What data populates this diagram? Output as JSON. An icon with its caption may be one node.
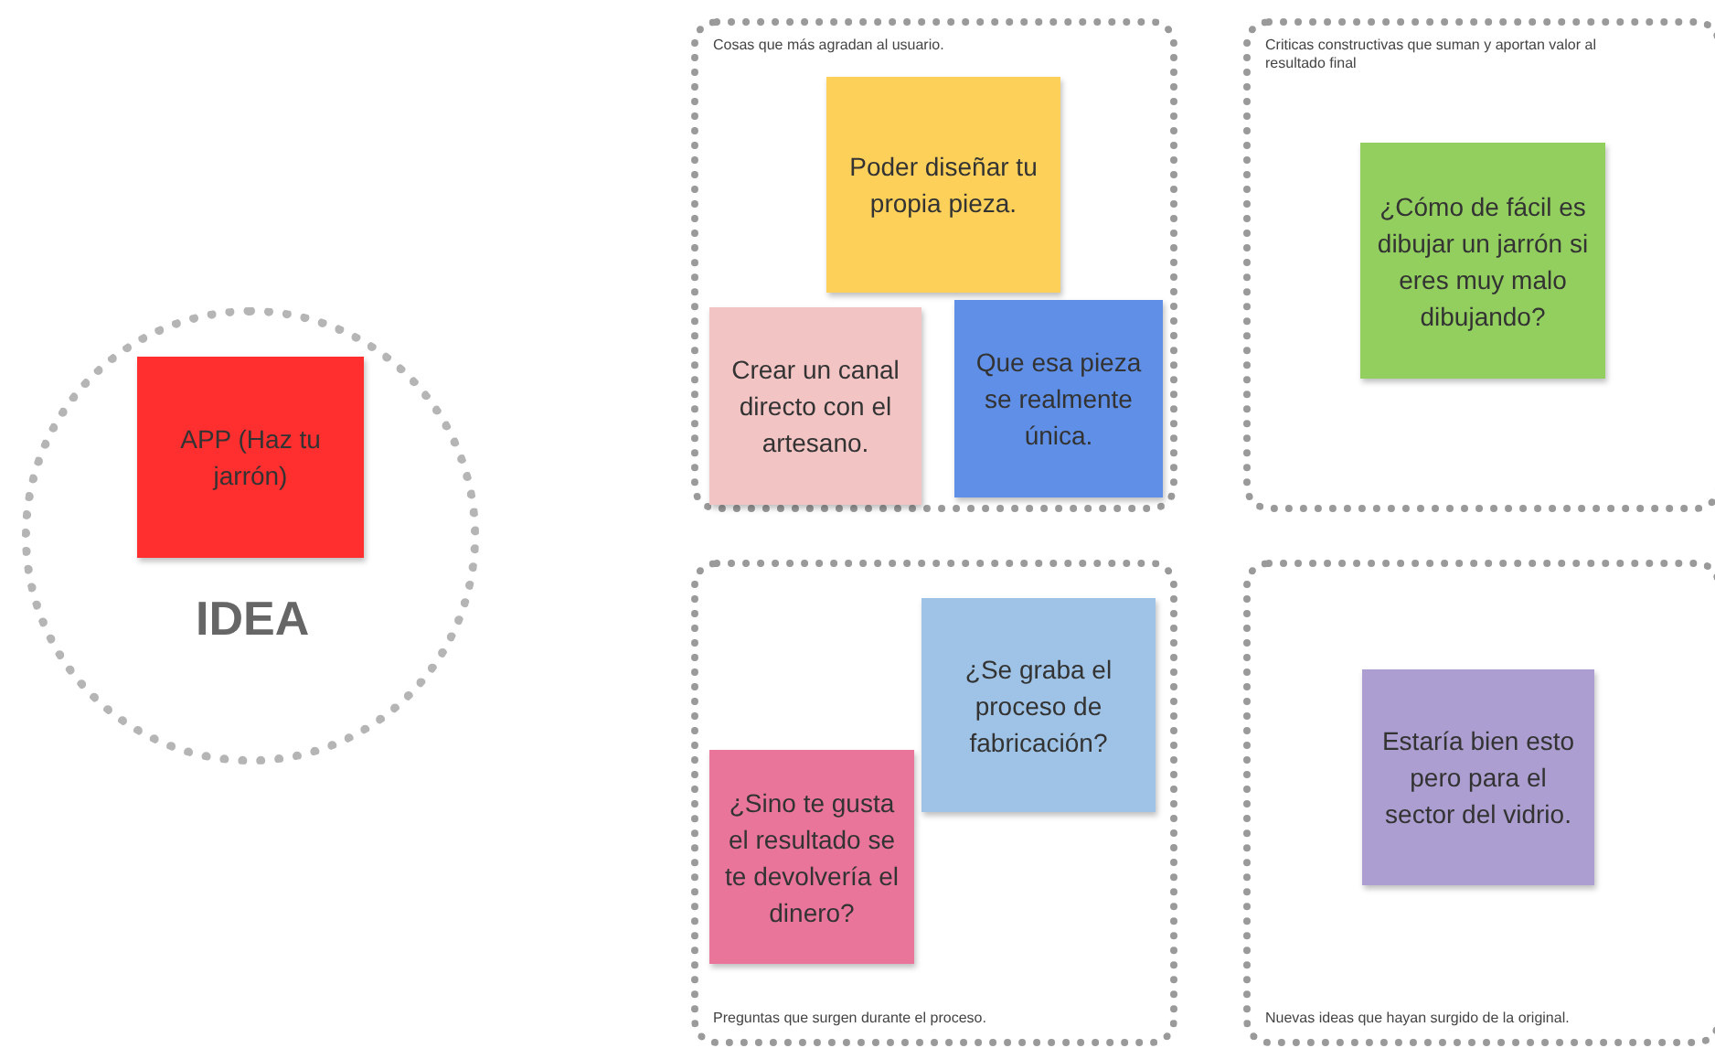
{
  "diagram": {
    "nodes": [
      {
        "text": [
          "IDEA"
        ]
      },
      {
        "text": [
          "APP (Haz tu jarrón)"
        ],
        "in": 0
      },
      {
        "text": [
          "Cosas que más agradan al usuario."
        ]
      },
      {
        "text": [
          "Poder diseñar tu propia pieza."
        ],
        "in": 2
      },
      {
        "text": [
          "Crear un canal directo con el artesano."
        ],
        "in": 2
      },
      {
        "text": [
          "Que esa pieza se realmente única."
        ],
        "in": 2
      },
      {
        "text": [
          "Criticas constructivas que suman y aportan valor al resultado final"
        ]
      },
      {
        "text": [
          "¿Cómo de fácil es dibujar un jarrón si eres muy malo dibujando?"
        ],
        "in": 6
      },
      {
        "text": [
          "Preguntas que surgen durante el proceso."
        ]
      },
      {
        "text": [
          "¿Se graba el proceso de fabricación?"
        ],
        "in": 8
      },
      {
        "text": [
          "¿Sino te gusta el resultado se te devolvería el dinero?"
        ],
        "in": 8
      },
      {
        "text": [
          "Nuevas ideas que hayan surgido de la original."
        ]
      },
      {
        "text": [
          "Estaría bien esto pero para el sector del vidrio."
        ],
        "in": 11
      }
    ]
  }
}
